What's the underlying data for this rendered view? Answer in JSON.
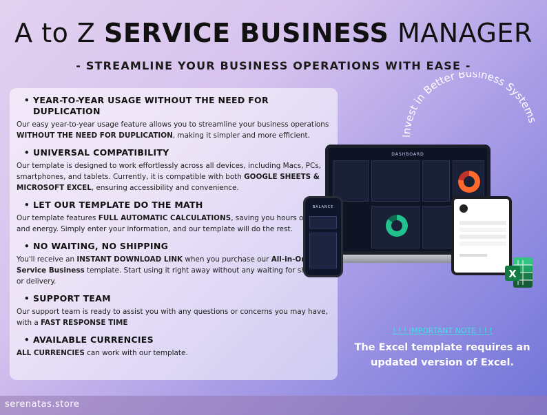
{
  "header": {
    "title_light_1": "A to Z ",
    "title_bold": "SERVICE BUSINESS",
    "title_light_2": " MANAGER",
    "subtitle": "- STREAMLINE YOUR BUSINESS OPERATIONS WITH EASE -"
  },
  "features": [
    {
      "heading": "YEAR-TO-YEAR USAGE WITHOUT THE NEED FOR DUPLICATION",
      "parts": [
        {
          "t": "Our easy year-to-year usage feature allows you to streamline your business operations ",
          "b": false
        },
        {
          "t": "WITHOUT THE NEED FOR DUPLICATION",
          "b": true
        },
        {
          "t": ", making it simpler and more efficient.",
          "b": false
        }
      ]
    },
    {
      "heading": "UNIVERSAL COMPATIBILITY",
      "parts": [
        {
          "t": "Our template is designed to work effortlessly across all devices, including Macs, PCs, smartphones, and tablets. Currently, it is compatible with both ",
          "b": false
        },
        {
          "t": "GOOGLE SHEETS & MICROSOFT EXCEL",
          "b": true
        },
        {
          "t": ", ensuring accessibility and convenience.",
          "b": false
        }
      ]
    },
    {
      "heading": "LET OUR TEMPLATE DO THE MATH",
      "parts": [
        {
          "t": "Our template features ",
          "b": false
        },
        {
          "t": "FULL AUTOMATIC CALCULATIONS",
          "b": true
        },
        {
          "t": ", saving you hours of time and energy. Simply enter your information, and our template will do the rest.",
          "b": false
        }
      ]
    },
    {
      "heading": "NO WAITING, NO SHIPPING",
      "parts": [
        {
          "t": "You'll receive an ",
          "b": false
        },
        {
          "t": "INSTANT DOWNLOAD LINK",
          "b": true
        },
        {
          "t": " when you purchase our ",
          "b": false
        },
        {
          "t": "All-in-One Service Business",
          "b": true
        },
        {
          "t": " template. Start using it right away without any waiting for shipping or delivery.",
          "b": false
        }
      ]
    },
    {
      "heading": "SUPPORT TEAM",
      "parts": [
        {
          "t": "Our support team is ready to assist you with any questions or concerns you may have, with a ",
          "b": false
        },
        {
          "t": "FAST RESPONSE TIME",
          "b": true
        }
      ]
    },
    {
      "heading": "AVAILABLE CURRENCIES",
      "parts": [
        {
          "t": "ALL CURRENCIES",
          "b": true
        },
        {
          "t": " can work with our template.",
          "b": false
        }
      ]
    }
  ],
  "mockup": {
    "dashboard_title": "DASHBOARD",
    "phone_title": "BALANCE"
  },
  "badge_arc_text": "Invest in Better Business Systems",
  "note": {
    "title": "! ! !  IMPORTANT NOTE  ! ! !",
    "text": "The Excel template requires an updated version of Excel."
  },
  "footer": {
    "site": "serenatas.store"
  },
  "colors": {
    "note_title": "#3ee0e6",
    "donut_green": "#22c08a",
    "donut_orange": "#ff6a2c"
  }
}
